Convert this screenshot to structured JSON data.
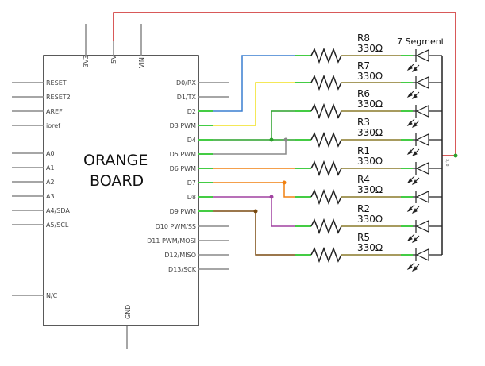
{
  "board": {
    "title_line1": "ORANGE",
    "title_line2": "BOARD",
    "left_pins": [
      "RESET",
      "RESET2",
      "AREF",
      "ioref",
      "A0",
      "A1",
      "A2",
      "A3",
      "A4/SDA",
      "A5/SCL",
      "N/C"
    ],
    "right_pins": [
      "D0/RX",
      "D1/TX",
      "D2",
      "D3 PWM",
      "D4",
      "D5 PWM",
      "D6 PWM",
      "D7",
      "D8",
      "D9 PWM",
      "D10 PWM/SS",
      "D11 PWM/MOSI",
      "D12/MISO",
      "D13/SCK"
    ],
    "top_pins": [
      "3V3",
      "5V",
      "VIN"
    ],
    "bottom_pin": "GND"
  },
  "resistors": [
    {
      "name": "R8",
      "value": "330Ω"
    },
    {
      "name": "R7",
      "value": "330Ω"
    },
    {
      "name": "R6",
      "value": "330Ω"
    },
    {
      "name": "R3",
      "value": "330Ω"
    },
    {
      "name": "R1",
      "value": "330Ω"
    },
    {
      "name": "R4",
      "value": "330Ω"
    },
    {
      "name": "R2",
      "value": "330Ω"
    },
    {
      "name": "R5",
      "value": "330Ω"
    }
  ],
  "display": {
    "title": "7 Segment",
    "common_pin": "3, 8"
  },
  "colors": {
    "power": "#cc2222",
    "d2": "#3a7fd0",
    "d3": "#f0e020",
    "d4": "#2aa02a",
    "d5": "#888888",
    "d6": "#f08010",
    "d7": "#f08010",
    "d8": "#a040a0",
    "d9": "#7a4a10",
    "resistor_out": "#8a7a2a",
    "pin_green": "#44cc44",
    "outline": "#222222"
  }
}
